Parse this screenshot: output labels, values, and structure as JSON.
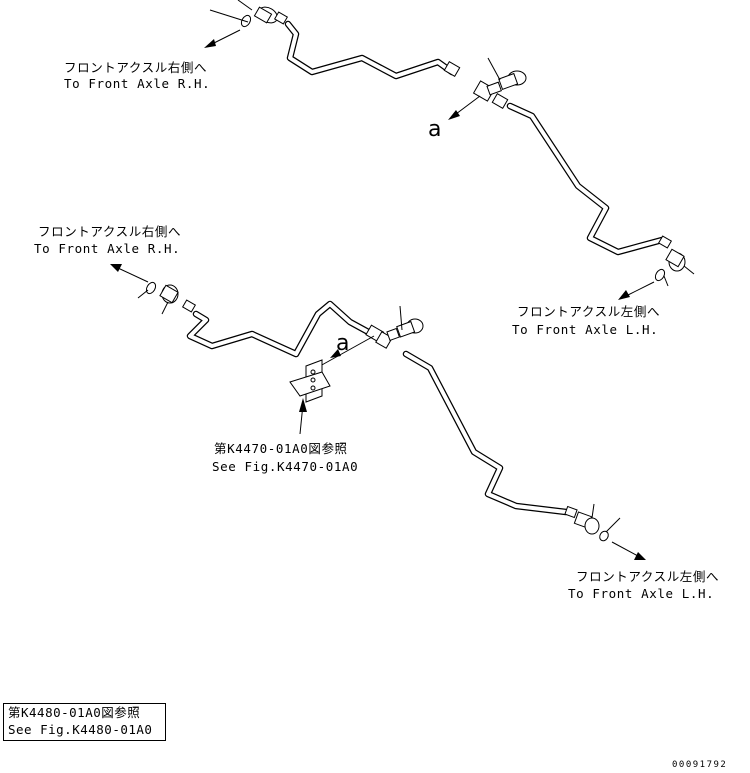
{
  "labels": {
    "top_right_jp": "フロントアクスル右側へ",
    "top_right_en": "To Front Axle R.H.",
    "top_left_jp": "フロントアクスル左側へ",
    "top_left_en": "To Front Axle L.H.",
    "bottom_right_jp": "フロントアクスル右側へ",
    "bottom_right_en": "To Front Axle R.H.",
    "bottom_left_jp": "フロントアクスル左側へ",
    "bottom_left_en": "To Front Axle L.H.",
    "detail_top": "a",
    "detail_bottom": "a",
    "bracket_ref_jp": "第K4470-01A0図参照",
    "bracket_ref_en": "See Fig.K4470-01A0"
  },
  "reference_box": {
    "jp": "第K4480-01A0図参照",
    "en": "See Fig.K4480-01A0"
  },
  "document_number": "00091792"
}
